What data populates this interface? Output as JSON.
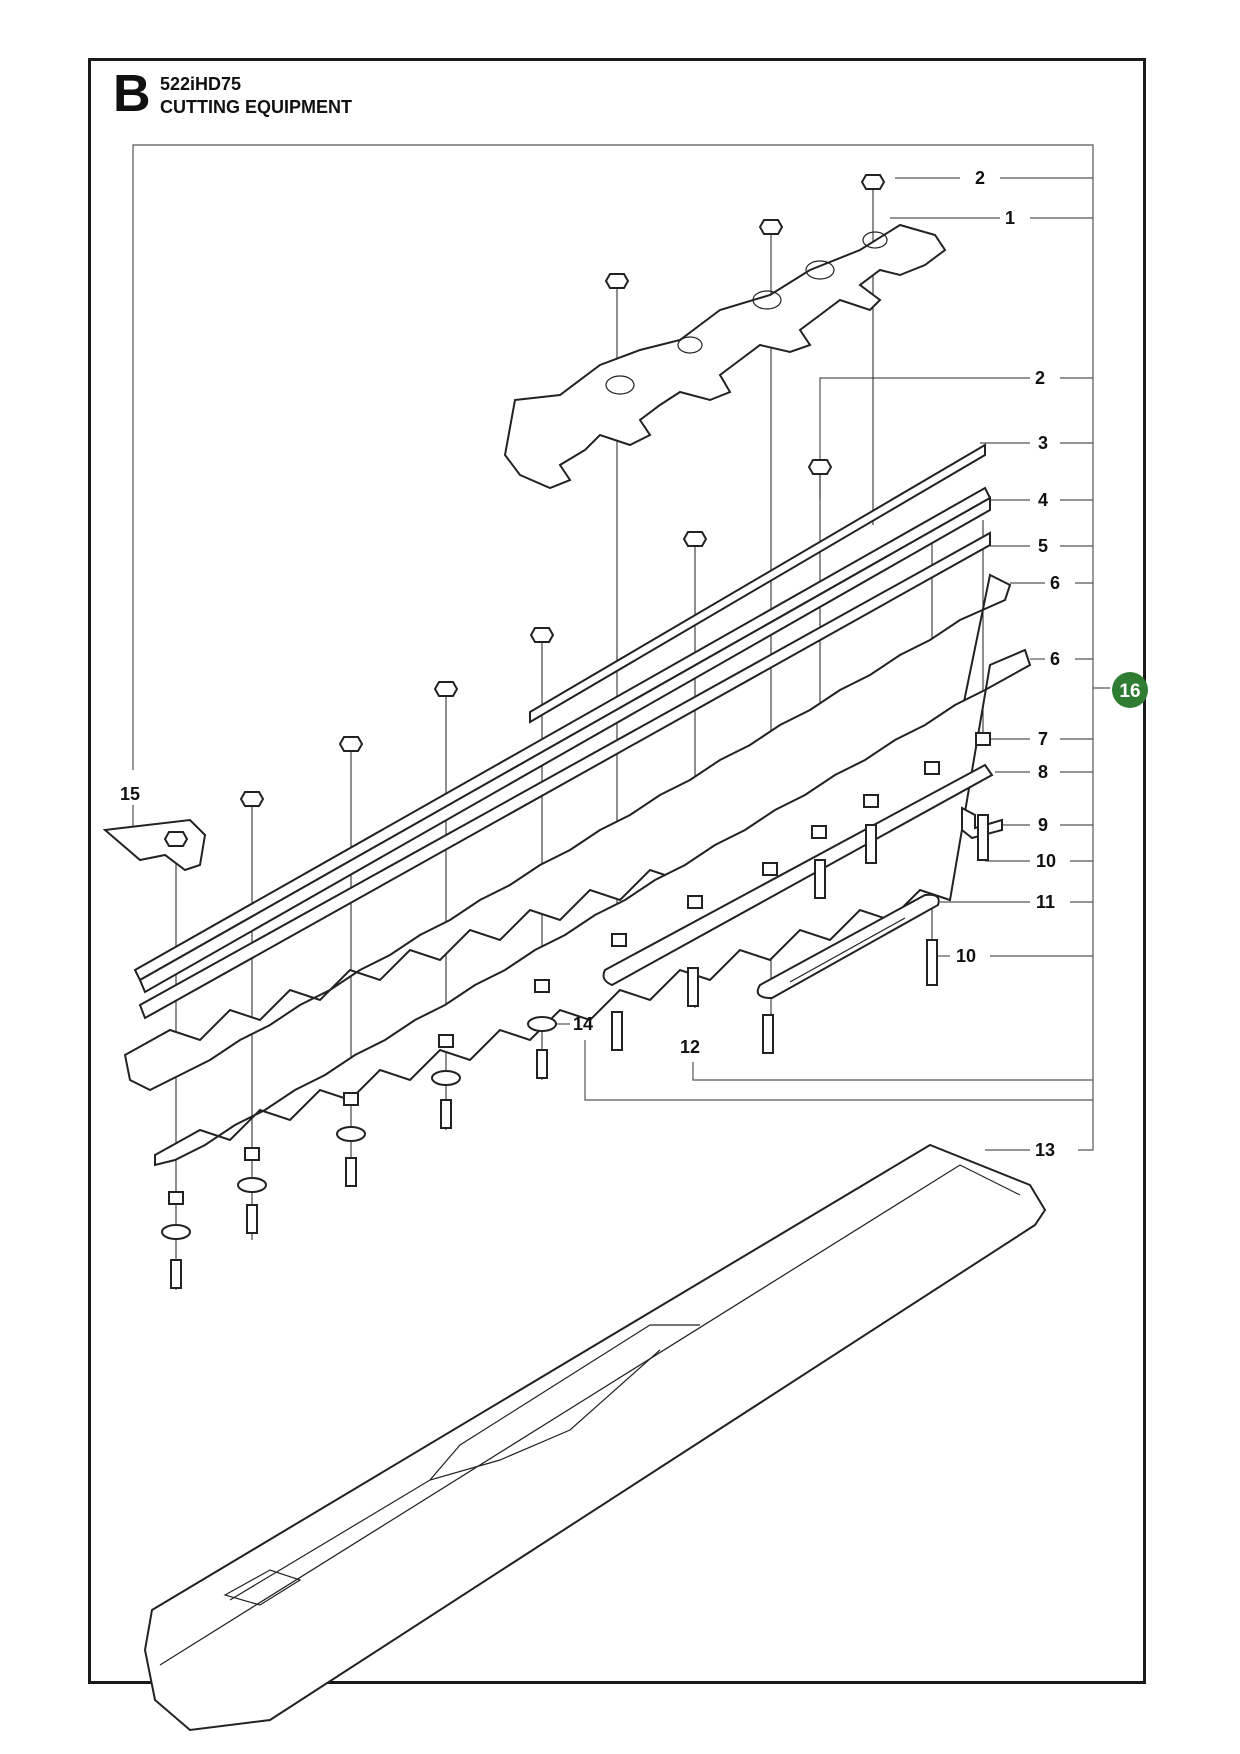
{
  "header": {
    "section_letter": "B",
    "model": "522iHD75",
    "title": "CUTTING EQUIPMENT"
  },
  "callouts": [
    "1",
    "2",
    "2",
    "3",
    "4",
    "5",
    "6",
    "6",
    "7",
    "8",
    "9",
    "10",
    "10",
    "11",
    "12",
    "13",
    "14",
    "15",
    "16"
  ],
  "badge": {
    "label": "16",
    "color": "#2e7d32"
  },
  "colors": {
    "line": "#222222",
    "frame": "#1a1a1a",
    "badge": "#2e7d32"
  }
}
